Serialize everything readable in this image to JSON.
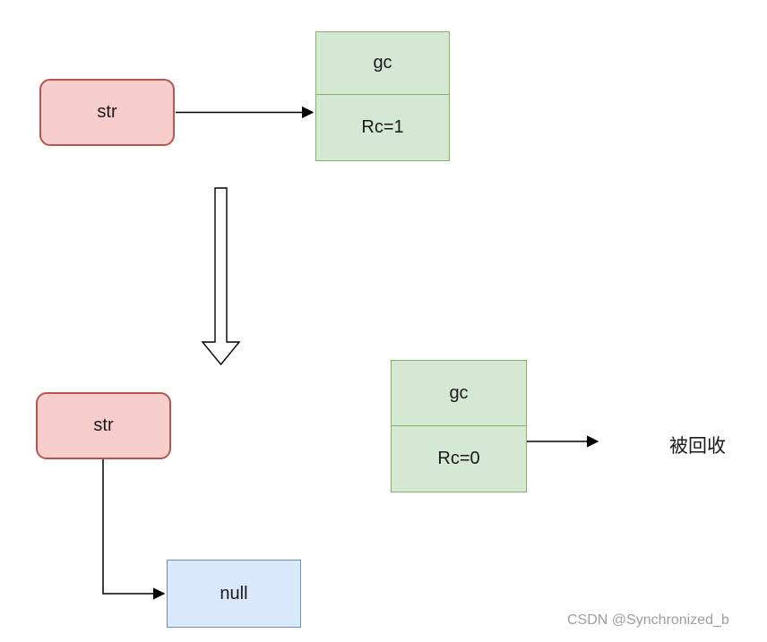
{
  "diagram": {
    "title_hint": "reference-counting-gc",
    "colors": {
      "str_fill": "#f8cecc",
      "str_stroke": "#b85450",
      "gc_fill": "#d5e8d4",
      "gc_stroke": "#82b366",
      "null_fill": "#dae8fc",
      "null_stroke": "#6c8ebf",
      "arrow": "#000000",
      "watermark_text": "#9e9e9e"
    },
    "before": {
      "str_label": "str",
      "gc_title": "gc",
      "gc_refcount": "Rc=1"
    },
    "after": {
      "str_label": "str",
      "null_label": "null",
      "gc_title": "gc",
      "gc_refcount": "Rc=0",
      "collected_label": "被回收"
    },
    "watermark": "CSDN @Synchronized_b"
  }
}
